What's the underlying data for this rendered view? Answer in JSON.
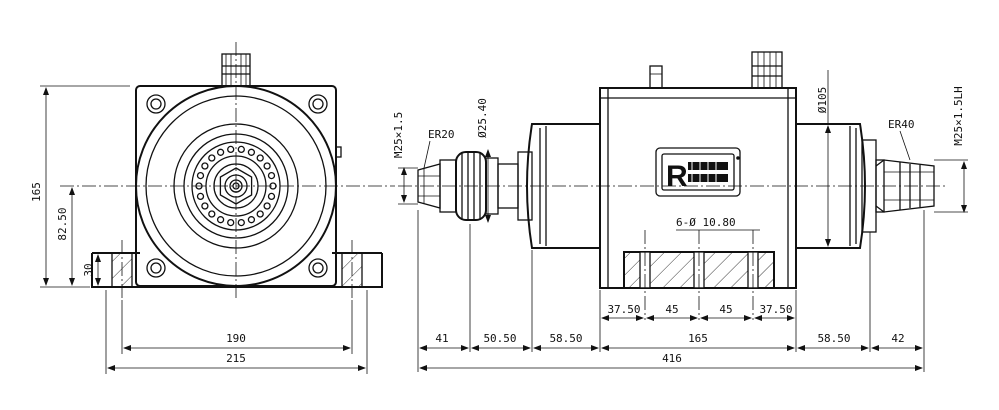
{
  "front_view": {
    "dim_height_total": "165",
    "dim_center_height": "82.50",
    "dim_base_height": "30",
    "dim_foot_spacing": "190",
    "dim_base_width": "215"
  },
  "side_view": {
    "collet_left": "ER20",
    "collet_right": "ER40",
    "thread_left": "M25×1.5",
    "thread_right": "M25×1.5LH",
    "shaft_diameter": "Ø25.40",
    "body_diameter": "Ø105",
    "hole_note": "6-Ø 10.80",
    "hole_spacing": [
      "37.50",
      "45",
      "45",
      "37.50"
    ],
    "segments": [
      "41",
      "50.50",
      "58.50",
      "165",
      "58.50",
      "42"
    ],
    "total_length": "416"
  },
  "logo": {
    "text": "R"
  }
}
